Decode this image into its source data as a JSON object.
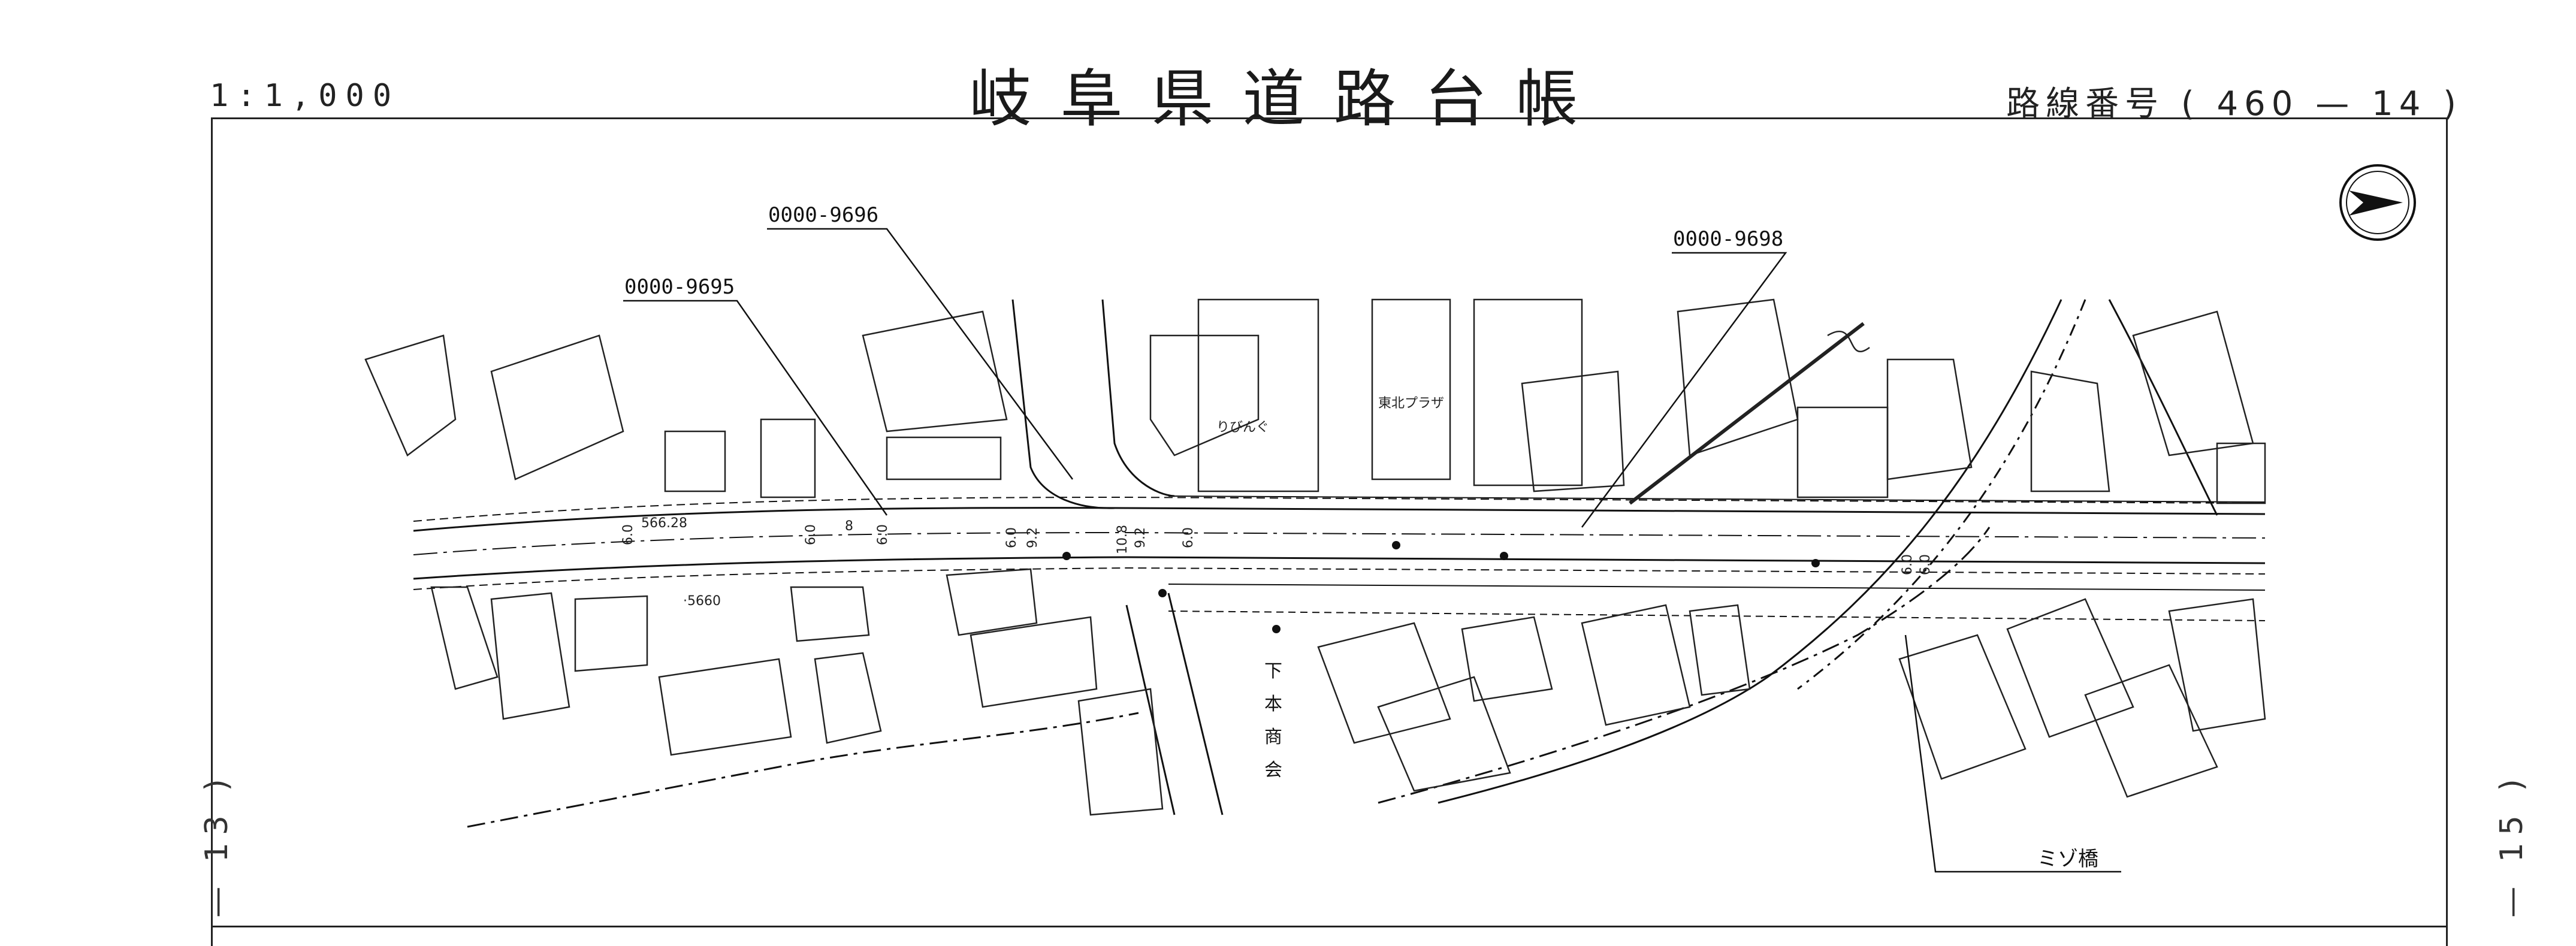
{
  "header": {
    "title": "岐阜県道路台帳",
    "scale": "1:1,000",
    "route_label": "路線番号",
    "route_open": "(",
    "route_number": "460",
    "route_dash": "—",
    "route_sheet": "14",
    "route_close": ")"
  },
  "adjacent": {
    "left": "— 13 )",
    "right": "— 15 )"
  },
  "map": {
    "callouts": [
      "0000-9696",
      "0000-9695",
      "0000-9698"
    ],
    "bridge": "ミゾ橋",
    "shop_street": [
      "下",
      "本",
      "商",
      "会"
    ],
    "buildings": [
      "東北プラザ",
      "りびんぐ"
    ],
    "elevations": [
      "566.28",
      "·5660"
    ],
    "widths": [
      "6.0",
      "8",
      "6.0",
      "6.0",
      "6.0",
      "9.2",
      "10.8",
      "9.2",
      "6.0",
      "6.0",
      "6.0"
    ]
  },
  "icons": {
    "north": "north-arrow-icon"
  }
}
